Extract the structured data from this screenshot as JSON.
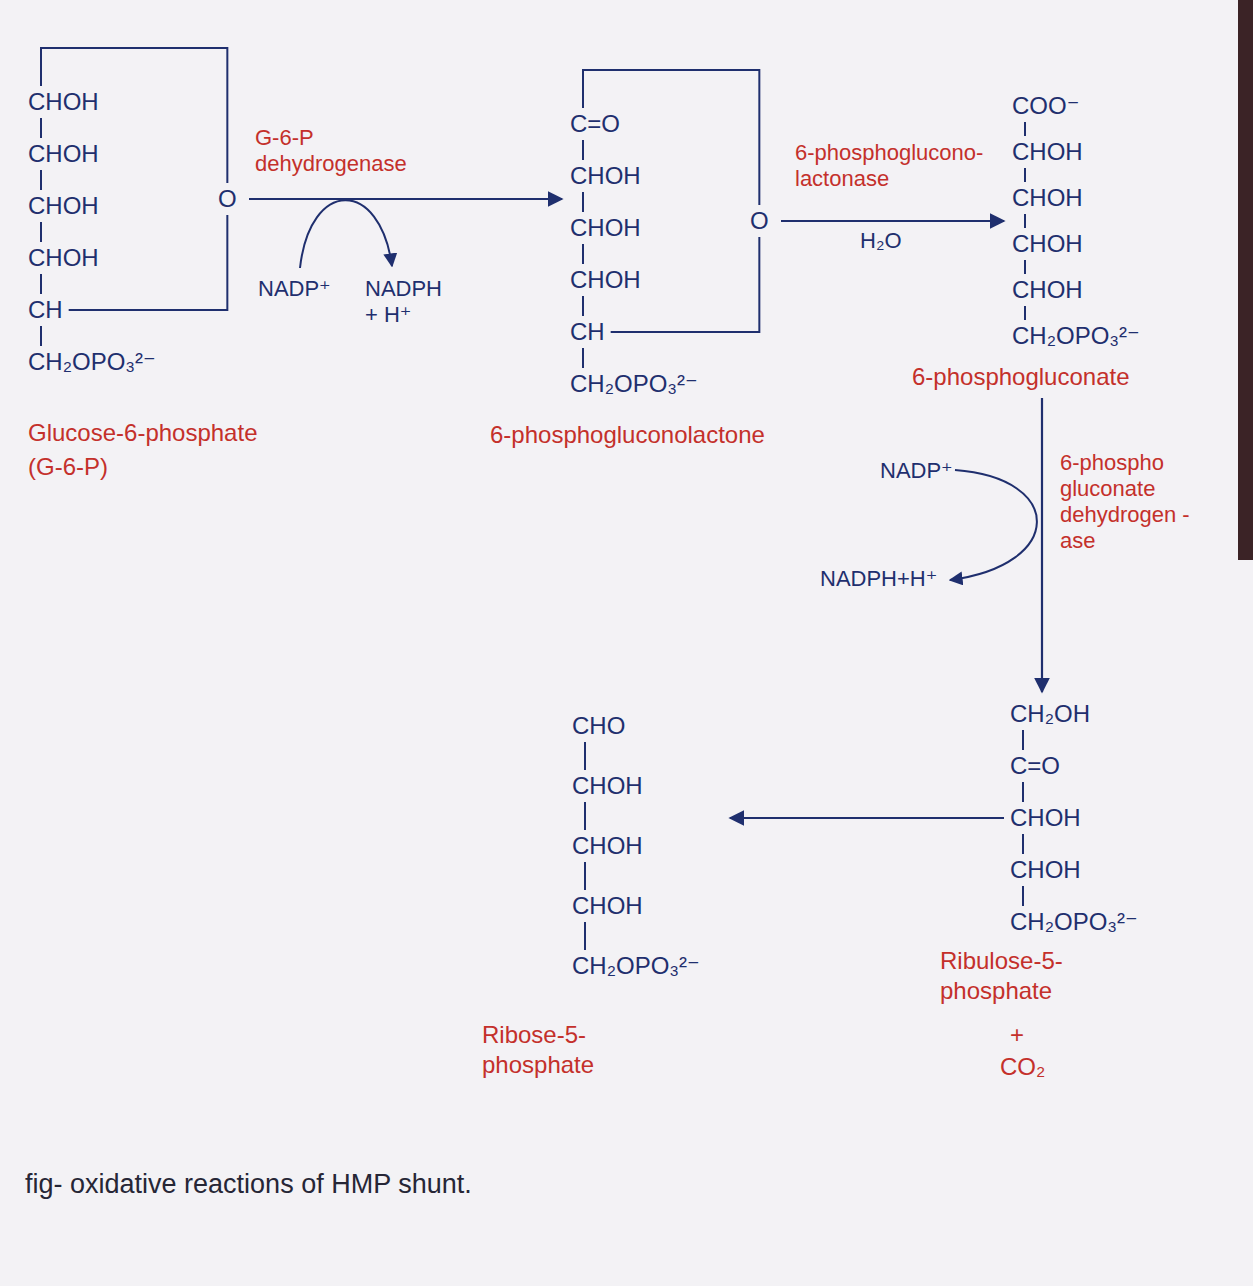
{
  "diagram": {
    "caption": "fig- oxidative reactions of HMP shunt.",
    "nodes": [
      {
        "text": [
          "CHOH",
          "CHOH",
          "CHOH",
          "CHOH",
          "CH",
          "CH₂OPO₃²⁻",
          "O",
          "Glucose-6-phosphate",
          "(G-6-P)"
        ]
      },
      {
        "text": [
          "C=O",
          "CHOH",
          "CHOH",
          "CHOH",
          "CH",
          "CH₂OPO₃²⁻",
          "O",
          "6-phosphogluconolactone"
        ]
      },
      {
        "text": [
          "COO⁻",
          "CHOH",
          "CHOH",
          "CHOH",
          "CHOH",
          "CH₂OPO₃²⁻",
          "6-phosphogluconate"
        ]
      },
      {
        "text": [
          "CH₂OH",
          "C=O",
          "CHOH",
          "CHOH",
          "CH₂OPO₃²⁻",
          "Ribulose-5-phosphate",
          "+",
          "CO₂"
        ]
      },
      {
        "text": [
          "CHO",
          "CHOH",
          "CHOH",
          "CHOH",
          "CH₂OPO₃²⁻",
          "Ribose-5-phosphate"
        ]
      }
    ],
    "edges": [
      {
        "from": 0,
        "to": 1,
        "label": "G-6-P dehydrogenase",
        "arrow": "to"
      },
      {
        "from": 1,
        "to": 2,
        "label": "6-phosphoglucono- lactonase",
        "arrow": "to"
      },
      {
        "from": 2,
        "to": 3,
        "label": "6-phospho gluconate dehydrogen -ase",
        "arrow": "to"
      },
      {
        "from": 3,
        "to": 4,
        "arrow": "to"
      }
    ],
    "labels": [
      "NADP⁺",
      "NADPH + H⁺",
      "H₂O",
      "NADP⁺",
      "NADPH+H⁺"
    ]
  }
}
